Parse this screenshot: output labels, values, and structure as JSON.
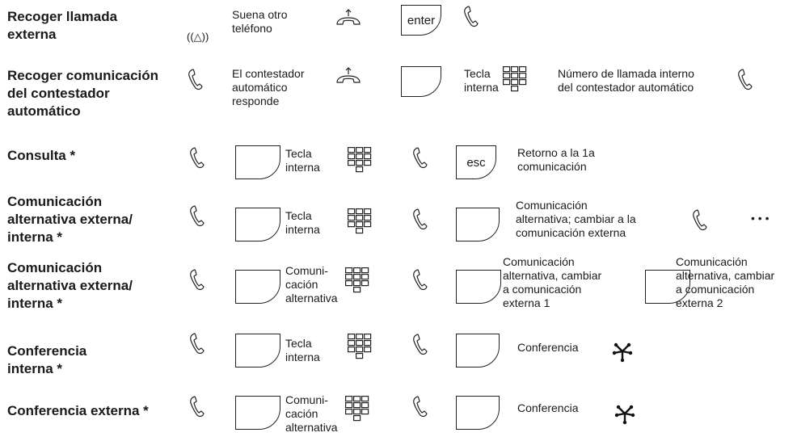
{
  "rows": [
    {
      "label": "Recoger llamada\nexterna",
      "ring_text": "((△))",
      "desc": "Suena otro\nteléfono",
      "key_label": "enter"
    },
    {
      "label": "Recoger comunicación\ndel contestador\nautomático",
      "desc": "El contestador\nautomático\nresponde",
      "key_caption": "Tecla\ninterna",
      "pad_caption": "Número de llamada interno\ndel contestador automático"
    },
    {
      "label": "Consulta *",
      "key_caption": "Tecla\ninterna",
      "esc_label": "esc",
      "result": "Retorno a la 1a\ncomunicación"
    },
    {
      "label": "Comunicación\nalternativa externa/\ninterna *",
      "key_caption": "Tecla\ninterna",
      "result": "Comunicación\nalternativa; cambiar a la\ncomunicación externa",
      "ellipsis": "• • •"
    },
    {
      "label": "Comunicación\nalternativa externa/\ninterna *",
      "key_caption": "Comuni-\ncación\nalternativa",
      "result1": "Comunicación\nalternativa, cambiar\na comunicación\nexterna 1",
      "result2": "Comunicación\nalternativa, cambiar\na comunicación\nexterna 2"
    },
    {
      "label": "Conferencia\ninterna *",
      "key_caption": "Tecla\ninterna",
      "result": "Conferencia"
    },
    {
      "label": "Conferencia externa *",
      "key_caption": "Comuni-\ncación\nalternativa",
      "result": "Conferencia"
    }
  ]
}
